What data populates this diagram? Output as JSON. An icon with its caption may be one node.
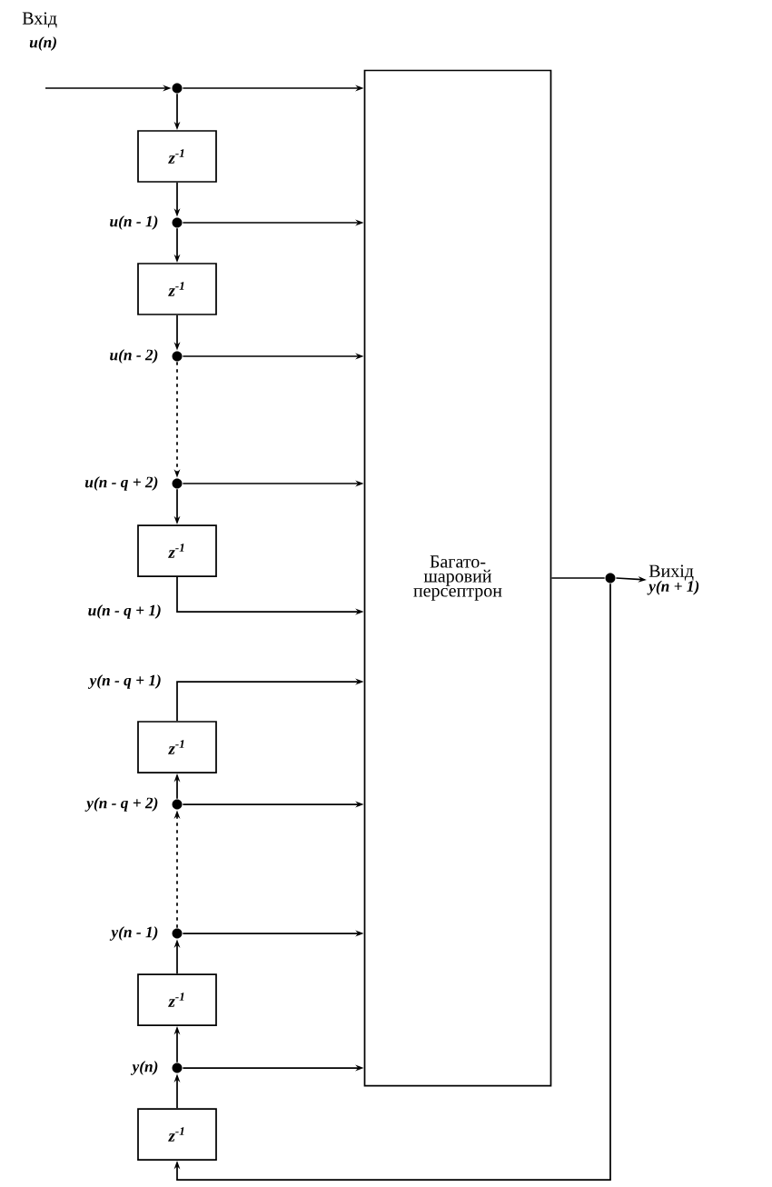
{
  "diagram": {
    "nodes": [
      {
        "text": [],
        "shape": "circle"
      },
      {
        "text": [
          "z$^{-1}$"
        ]
      },
      {
        "text": [],
        "shape": "circle",
        "beside": [
          "u(n - 1)"
        ]
      },
      {
        "text": [
          "z$^{-1}$"
        ]
      },
      {
        "text": [],
        "shape": "circle",
        "beside": [
          "u(n - 2)"
        ]
      },
      {
        "text": [],
        "shape": "circle",
        "beside": [
          "u(n - q + 2)"
        ]
      },
      {
        "text": [
          "z$^{-1}$"
        ]
      },
      {
        "text": [
          "Багато- шаровий персептрон"
        ]
      },
      {
        "text": [
          "z$^{-1}$"
        ]
      },
      {
        "text": [],
        "shape": "circle",
        "beside": [
          "y(n - q + 2)"
        ]
      },
      {
        "text": [],
        "shape": "circle",
        "beside": [
          "y(n - 1)"
        ]
      },
      {
        "text": [
          "z$^{-1}$"
        ]
      },
      {
        "text": [],
        "shape": "circle",
        "beside": [
          "y(n)"
        ]
      },
      {
        "text": [
          "z$^{-1}$"
        ]
      },
      {
        "text": [],
        "shape": "circle"
      },
      {
        "text": [
          "Вихід",
          "y(n + 1)"
        ]
      }
    ],
    "edges": [
      {
        "from": null,
        "to": 0,
        "arrow": "to"
      },
      {
        "from": 0,
        "to": 7,
        "arrow": "to"
      },
      {
        "from": 0,
        "to": 1,
        "arrow": "to"
      },
      {
        "from": 1,
        "to": 2,
        "arrow": "to"
      },
      {
        "from": 2,
        "to": 7,
        "arrow": "to"
      },
      {
        "from": 2,
        "to": 3,
        "arrow": "to"
      },
      {
        "from": 3,
        "to": 4,
        "arrow": "to"
      },
      {
        "from": 4,
        "to": 7,
        "arrow": "to"
      },
      {
        "from": 4,
        "to": 5,
        "arrow": "to",
        "style": "dashed"
      },
      {
        "from": 5,
        "to": 7,
        "arrow": "to"
      },
      {
        "from": 5,
        "to": 6,
        "arrow": "to"
      },
      {
        "from": 6,
        "to": 7,
        "arrow": "to"
      },
      {
        "from": 7,
        "to": 14,
        "arrow": "none"
      },
      {
        "from": 14,
        "to": 15,
        "arrow": "to"
      },
      {
        "from": 14,
        "to": 13,
        "arrow": "to"
      },
      {
        "from": 13,
        "to": 12,
        "arrow": "to"
      },
      {
        "from": 12,
        "to": 7,
        "arrow": "to"
      },
      {
        "from": 12,
        "to": 11,
        "arrow": "to"
      },
      {
        "from": 11,
        "to": 10,
        "arrow": "to"
      },
      {
        "from": 10,
        "to": 7,
        "arrow": "to"
      },
      {
        "from": 10,
        "to": 9,
        "arrow": "to",
        "style": "dashed"
      },
      {
        "from": 9,
        "to": 7,
        "arrow": "to"
      },
      {
        "from": 9,
        "to": 8,
        "arrow": "to"
      },
      {
        "from": 8,
        "to": 7,
        "arrow": "to"
      }
    ],
    "labels": [
      "Вхід",
      "u(n)",
      "u(n - q + 1)",
      "y(n - q + 1)"
    ]
  }
}
